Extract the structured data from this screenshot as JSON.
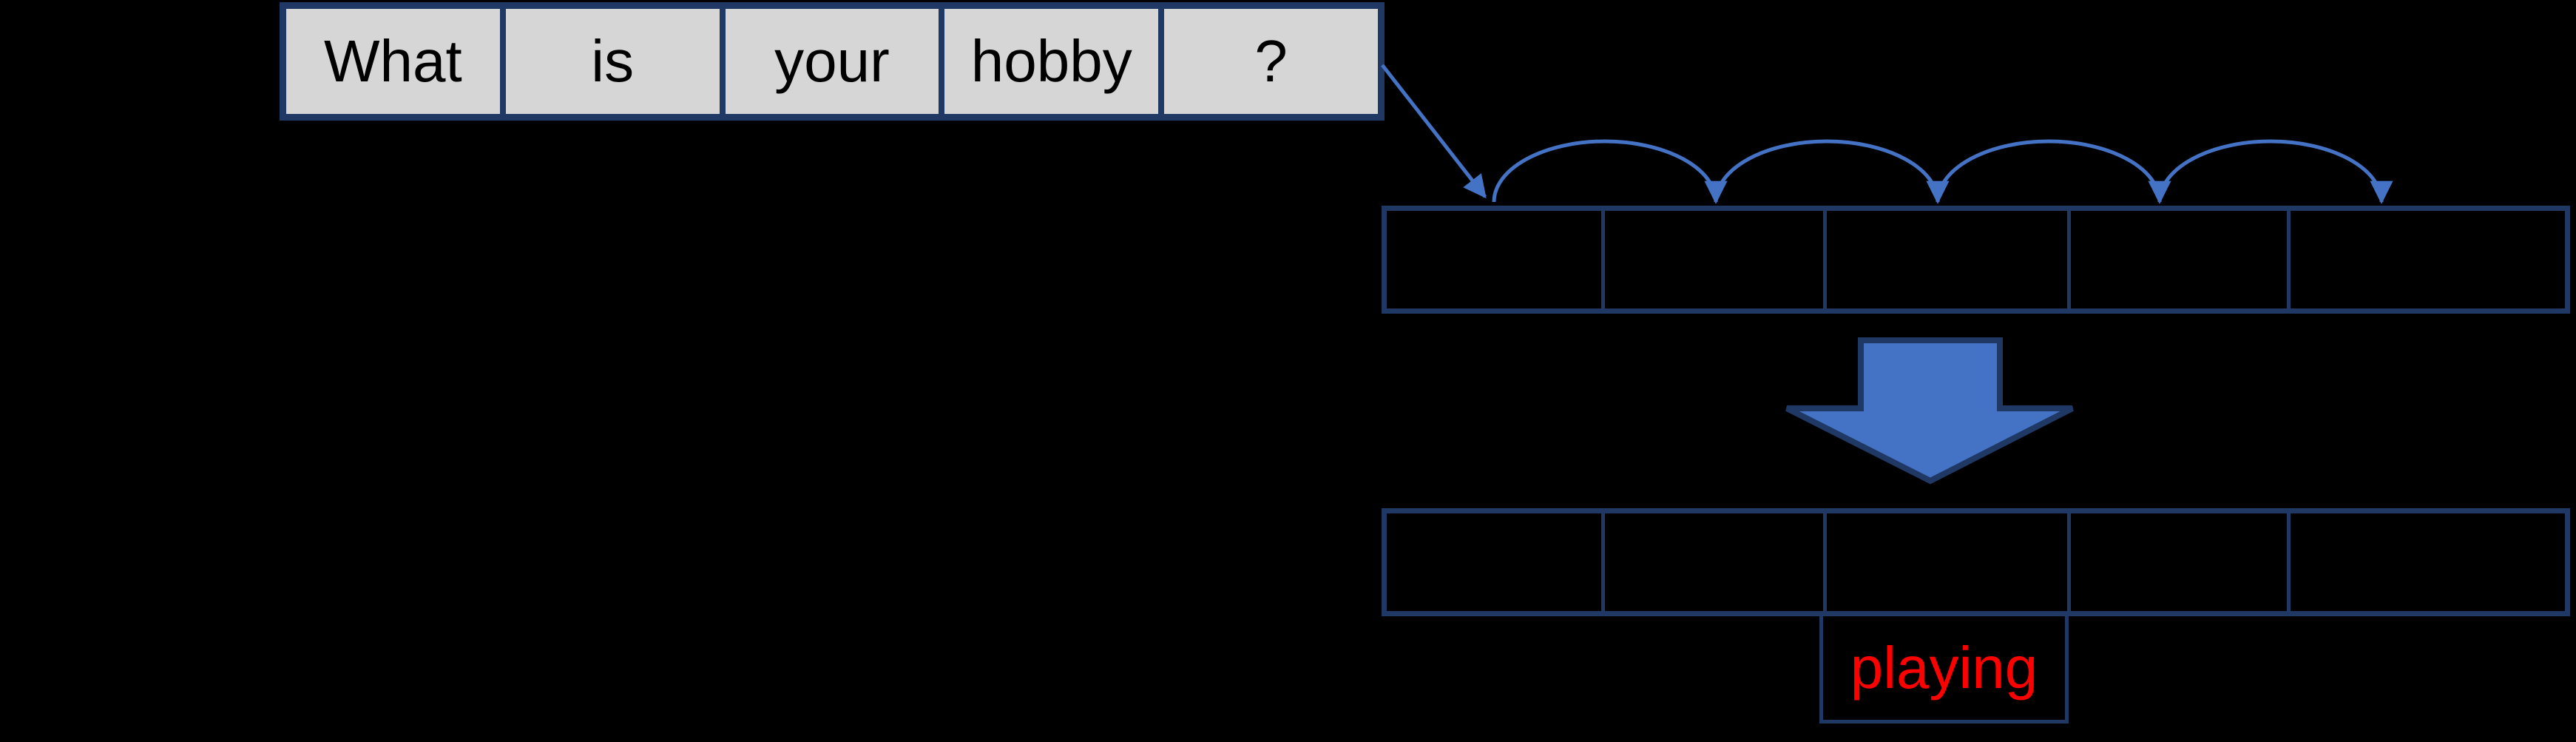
{
  "diagram": {
    "description": "word-to-sequence mapping diagram",
    "input_tokens": [
      "What",
      "is",
      "your",
      "hobby",
      "?"
    ],
    "output_token": "playing",
    "top_state_row_cells": 5,
    "bottom_state_row_cells": 5,
    "hop_arc_count": 4,
    "colors": {
      "background": "#000000",
      "arrow_blue": "#4472c4",
      "border_navy": "#1f3864",
      "token_cell_gray": "#d6d6d6",
      "token_text": "#000000",
      "output_text_red": "#ff0000"
    },
    "icons": {
      "flow_arrow": "diagonal-line-arrow",
      "hop_arc": "arched-jump-arrow",
      "down_arrow": "solid-block-down-arrow"
    }
  }
}
